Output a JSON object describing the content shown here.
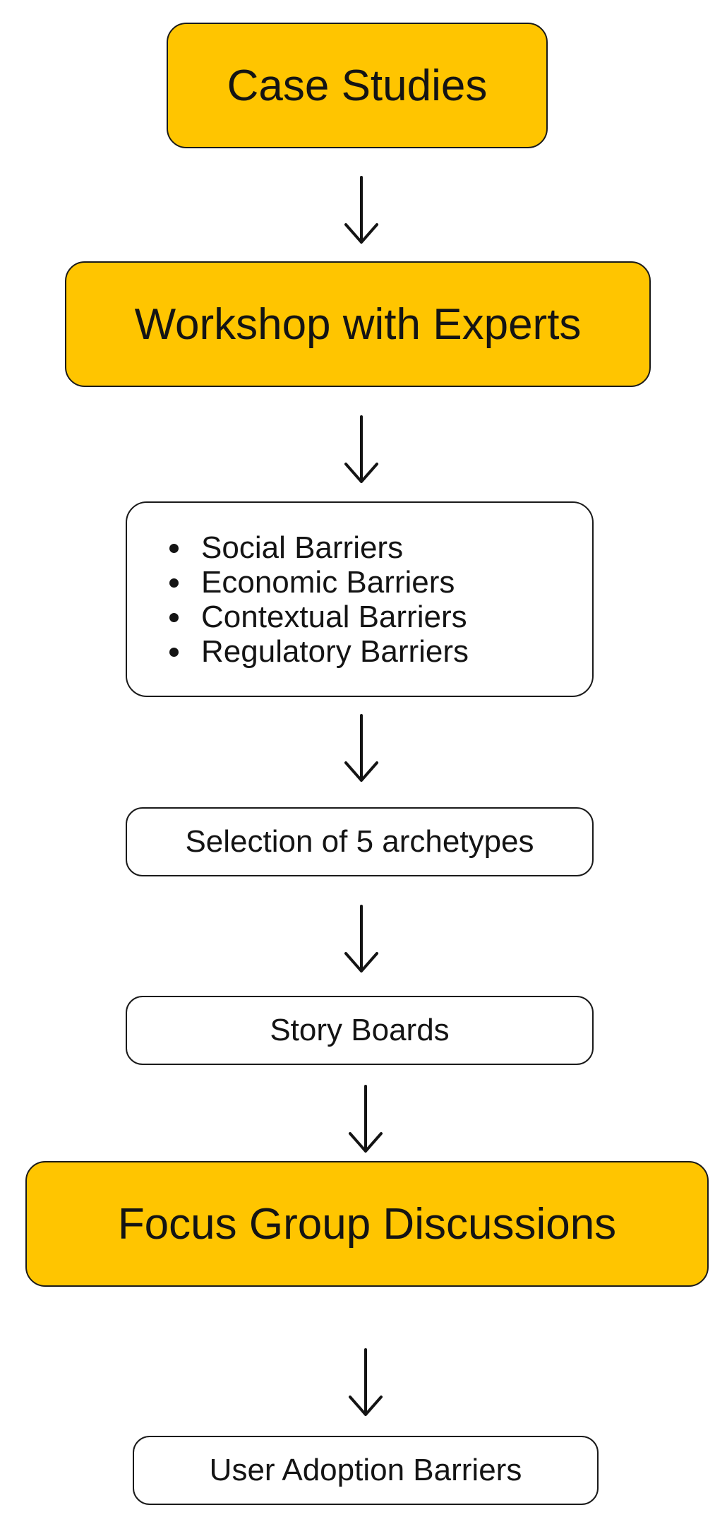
{
  "nodes": {
    "case_studies": "Case Studies",
    "workshop": "Workshop with Experts",
    "barriers": [
      "Social Barriers",
      "Economic Barriers",
      "Contextual Barriers",
      "Regulatory Barriers"
    ],
    "selection": "Selection of 5 archetypes",
    "story_boards": "Story Boards",
    "focus_group": "Focus Group Discussions",
    "user_adoption": "User Adoption Barriers"
  },
  "colors": {
    "highlight_fill": "#ffc500",
    "plain_fill": "#ffffff",
    "stroke": "#1a1a1a"
  },
  "icons": {
    "arrow": "arrow-down-icon",
    "bullet": "bullet-icon"
  }
}
